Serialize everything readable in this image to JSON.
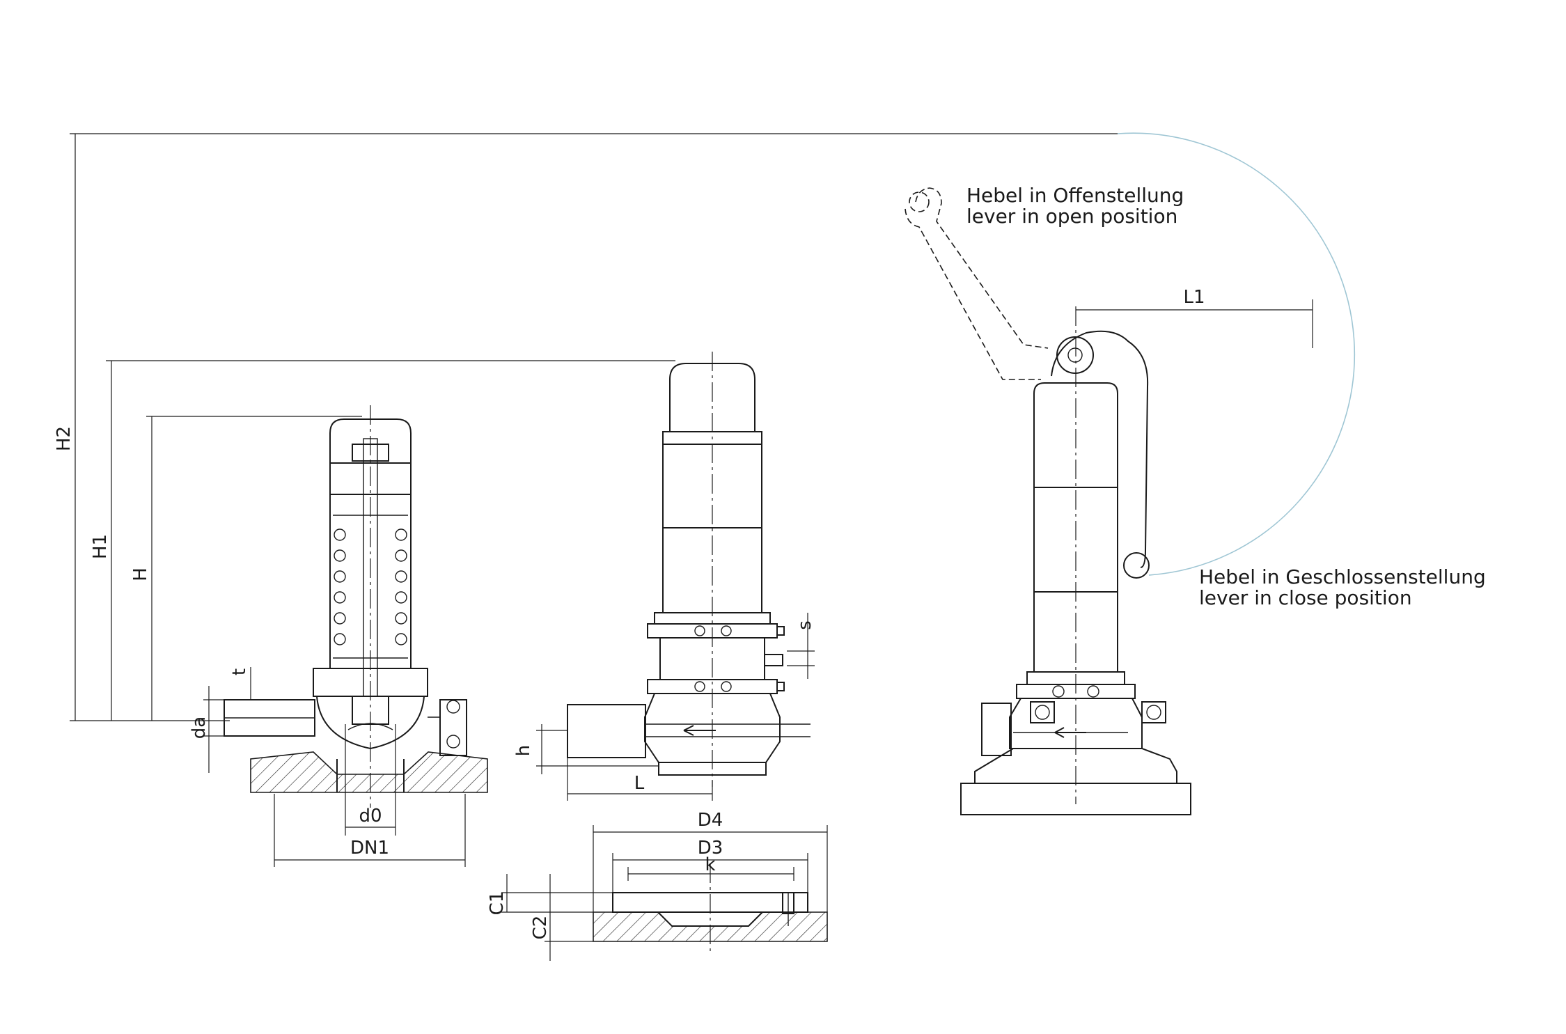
{
  "dimensions": {
    "h2": "H2",
    "h1": "H1",
    "h": "H",
    "t": "t",
    "da": "da",
    "d0": "d0",
    "dn1": "DN1",
    "s": "s",
    "h_small": "h",
    "l": "L",
    "l1": "L1",
    "d4": "D4",
    "d3": "D3",
    "k": "k",
    "c1": "C1",
    "c2": "C2"
  },
  "notes": {
    "open_de": "Hebel in Offenstellung",
    "open_en": "lever in open position",
    "close_de": "Hebel in Geschlossenstellung",
    "close_en": "lever in close position"
  }
}
